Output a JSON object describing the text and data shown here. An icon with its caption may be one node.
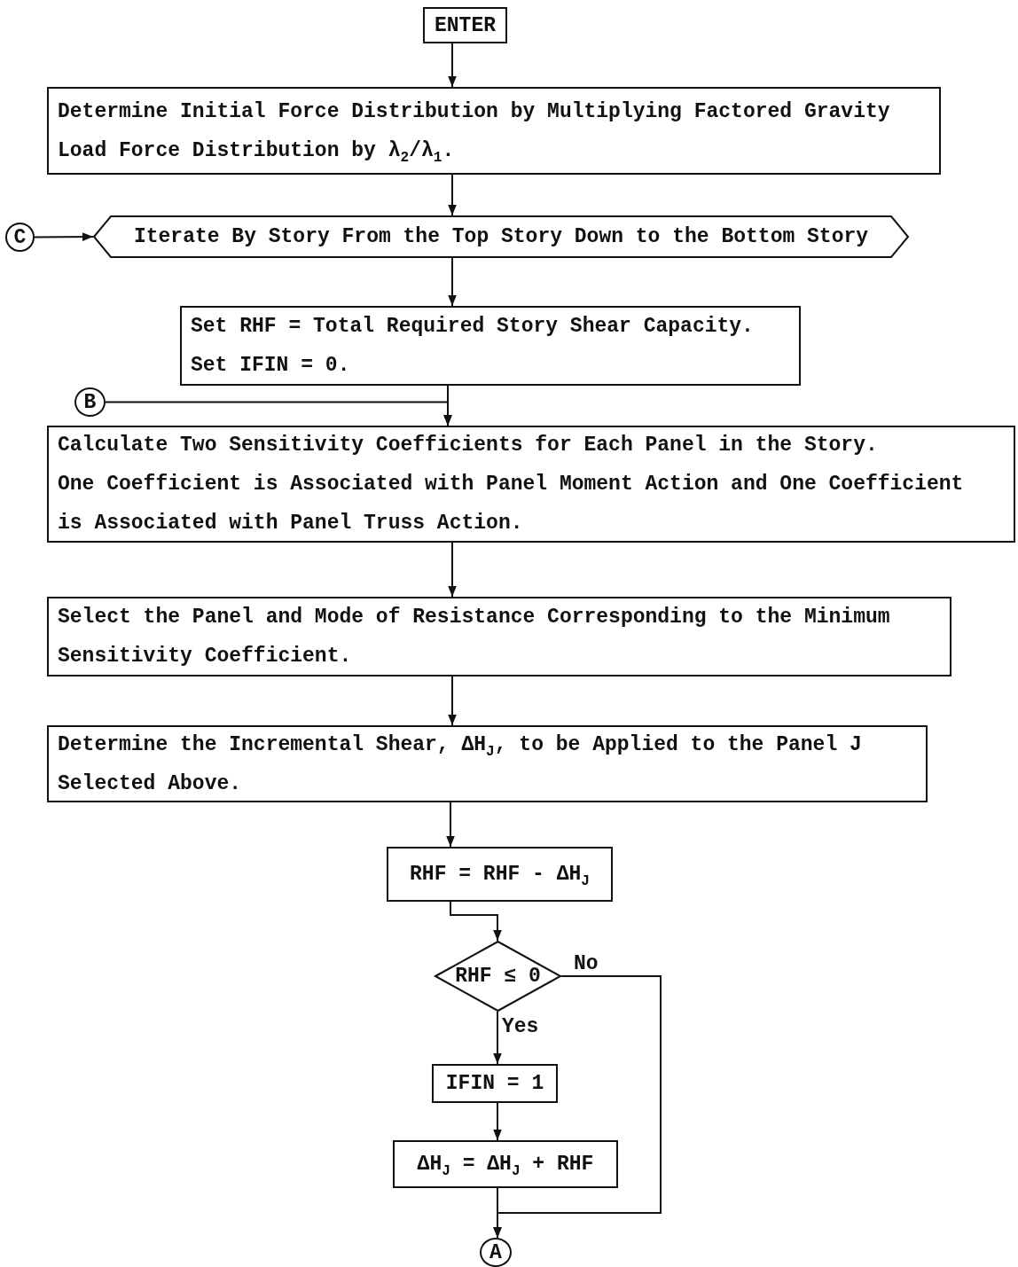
{
  "diagram": {
    "nodes": [
      {
        "text": [
          "ENTER"
        ]
      },
      {
        "text": [
          "Determine Initial Force Distribution by Multiplying Factored Gravity Load Force Distribution by λ$_{2}$/λ$_{1}$."
        ]
      },
      {
        "text": [
          "Iterate By Story From the Top Story Down to the Bottom Story"
        ]
      },
      {
        "text": [
          "C"
        ]
      },
      {
        "text": [
          "Set RHF = Total Required Story Shear Capacity.",
          "Set IFIN = 0."
        ]
      },
      {
        "text": [
          "B"
        ]
      },
      {
        "text": [
          "Calculate Two Sensitivity Coefficients for Each Panel in the Story.",
          "One Coefficient is Associated with Panel Moment Action and One Coefficient is Associated with Panel Truss Action."
        ]
      },
      {
        "text": [
          "Select the Panel and Mode of Resistance Corresponding to the Minimum Sensitivity Coefficient."
        ]
      },
      {
        "text": [
          "Determine the Incremental Shear, ΔH$_{J}$, to be Applied to the Panel J Selected Above."
        ]
      },
      {
        "text": [
          "RHF = RHF - ΔH$_{J}$"
        ]
      },
      {
        "text": [
          "RHF ≤ 0"
        ]
      },
      {
        "text": [
          "IFIN = 1"
        ]
      },
      {
        "text": [
          "ΔH$_{J}$ = ΔH$_{J}$ + RHF"
        ]
      },
      {
        "text": [
          "A"
        ]
      }
    ],
    "edges": [
      {
        "from": 0,
        "to": 1,
        "arrow": "to"
      },
      {
        "from": 1,
        "to": 2,
        "arrow": "to"
      },
      {
        "from": 3,
        "to": 2,
        "arrow": "to"
      },
      {
        "from": 2,
        "to": 4,
        "arrow": "to"
      },
      {
        "from": 4,
        "to": 6,
        "arrow": "to"
      },
      {
        "from": 5,
        "to": 6,
        "arrow": "to"
      },
      {
        "from": 6,
        "to": 7,
        "arrow": "to"
      },
      {
        "from": 7,
        "to": 8,
        "arrow": "to"
      },
      {
        "from": 8,
        "to": 9,
        "arrow": "to"
      },
      {
        "from": 9,
        "to": 10,
        "arrow": "to"
      },
      {
        "from": 10,
        "to": 11,
        "arrow": "to",
        "label": "Yes"
      },
      {
        "from": 10,
        "to": 13,
        "arrow": "to",
        "label": "No"
      },
      {
        "from": 11,
        "to": 12,
        "arrow": "to"
      },
      {
        "from": 12,
        "to": 13,
        "arrow": "to"
      }
    ]
  }
}
